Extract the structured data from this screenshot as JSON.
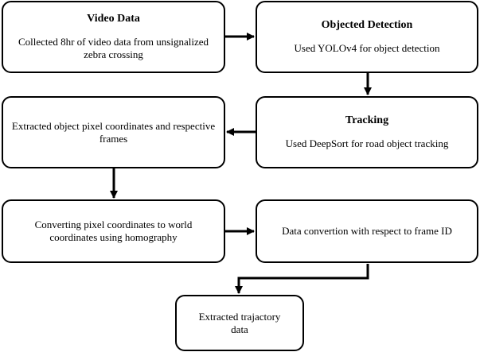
{
  "nodes": {
    "video_data": {
      "title": "Video Data",
      "text_line1": "Collected 8hr of video data from unsignalized",
      "text_line2": "zebra crossing"
    },
    "object_detection": {
      "title": "Objected Detection",
      "text": "Used YOLOv4 for object detection"
    },
    "tracking": {
      "title": "Tracking",
      "text": "Used DeepSort for road object tracking"
    },
    "extracted_pixel": {
      "text_line1": "Extracted  object pixel coordinates and respective",
      "text_line2": "frames"
    },
    "converting": {
      "text_line1": "Converting pixel coordinates to world",
      "text_line2": "coordinates using homography"
    },
    "data_convertion": {
      "text": "Data convertion with respect to frame ID"
    },
    "trajectory": {
      "text_line1": "Extracted  trajactory",
      "text_line2": "data"
    }
  },
  "edges": [
    {
      "from": "Video Data",
      "to": "Objected Detection"
    },
    {
      "from": "Objected Detection",
      "to": "Tracking"
    },
    {
      "from": "Tracking",
      "to": "Extracted  object pixel coordinates and respective frames"
    },
    {
      "from": "Extracted  object pixel coordinates and respective frames",
      "to": "Converting pixel coordinates to world coordinates using homography"
    },
    {
      "from": "Converting pixel coordinates to world coordinates using homography",
      "to": "Data convertion with respect to frame ID"
    },
    {
      "from": "Data convertion with respect to frame ID",
      "to": "Extracted  trajactory data"
    }
  ],
  "colors": {
    "stroke": "#000000",
    "fill": "#ffffff"
  }
}
